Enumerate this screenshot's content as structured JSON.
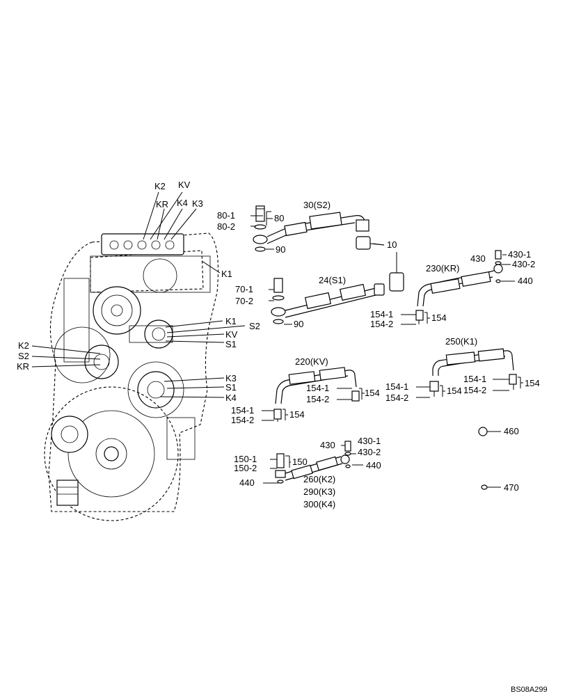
{
  "diagram": {
    "code": "BS08A299",
    "housing_ports": {
      "top": [
        "K2",
        "KV",
        "KR",
        "K4",
        "K3"
      ],
      "right_top": "K1",
      "mid_right": [
        "K1",
        "S2",
        "KV",
        "S1"
      ],
      "left": [
        "K2",
        "S2",
        "KR"
      ],
      "lower_right": [
        "K3",
        "S1",
        "K4"
      ]
    },
    "labels": {
      "80_1": "80-1",
      "80_2": "80-2",
      "80": "80",
      "90a": "90",
      "30_S2": "30(S2)",
      "10": "10",
      "70_1": "70-1",
      "70_2": "70-2",
      "24_S1": "24(S1)",
      "90b": "90",
      "430a": "430",
      "430_1a": "430-1",
      "430_2a": "430-2",
      "230_KR": "230(KR)",
      "440a": "440",
      "154_1a": "154-1",
      "154_2a": "154-2",
      "154a": "154",
      "250_K1": "250(K1)",
      "220_KV": "220(KV)",
      "154_1b": "154-1",
      "154_2b": "154-2",
      "154b": "154",
      "154_1c": "154-1",
      "154_2c": "154-2",
      "154c": "154",
      "154_1d": "154-1",
      "154_2d": "154-2",
      "154d": "154",
      "154_1e": "154-1",
      "154_2e": "154-2",
      "154e": "154",
      "460": "460",
      "430b": "430",
      "430_1b": "430-1",
      "430_2b": "430-2",
      "150_1": "150-1",
      "150_2": "150-2",
      "150": "150",
      "440b": "440",
      "440c": "440",
      "260_K2": "260(K2)",
      "290_K3": "290(K3)",
      "300_K4": "300(K4)",
      "470": "470"
    }
  }
}
